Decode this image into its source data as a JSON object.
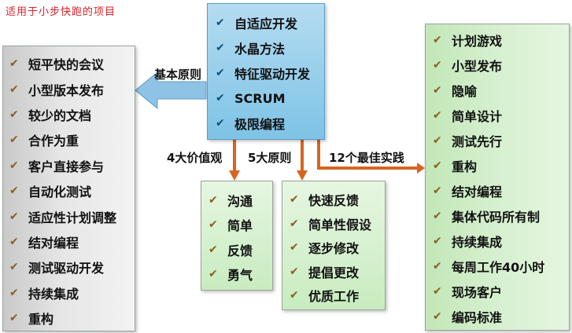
{
  "caption": "适用于小步快跑的项目",
  "center": {
    "items": [
      "自适应开发",
      "水晶方法",
      "特征驱动开发",
      "SCRUM",
      "极限编程"
    ]
  },
  "left": {
    "items": [
      "短平快的会议",
      "小型版本发布",
      "较少的文档",
      "合作为重",
      "客户直接参与",
      "自动化测试",
      "适应性计划调整",
      "结对编程",
      "测试驱动开发",
      "持续集成",
      "重构"
    ]
  },
  "values": {
    "items": [
      "沟通",
      "简单",
      "反馈",
      "勇气"
    ]
  },
  "principles": {
    "items": [
      "快速反馈",
      "简单性假设",
      "逐步修改",
      "提倡更改",
      "优质工作"
    ]
  },
  "right": {
    "items": [
      "计划游戏",
      "小型发布",
      "隐喻",
      "简单设计",
      "测试先行",
      "重构",
      "结对编程",
      "集体代码所有制",
      "持续集成",
      "每周工作40小时",
      "现场客户",
      "编码标准"
    ]
  },
  "labels": {
    "basic_principles": "基本原则",
    "four_values": "4大价值观",
    "five_principles": "5大原则",
    "twelve_practices": "12个最佳实践"
  },
  "colors": {
    "caption": "#d8232a",
    "center_box": "#7ec3e6",
    "left_box": "#d9d9d9",
    "green_box": "#d6f0cf",
    "arrow_blue": "#8fc3e6",
    "arrow_orange": "#d7651f",
    "check_brown": "#8a5e21"
  },
  "check_glyph": "✔"
}
